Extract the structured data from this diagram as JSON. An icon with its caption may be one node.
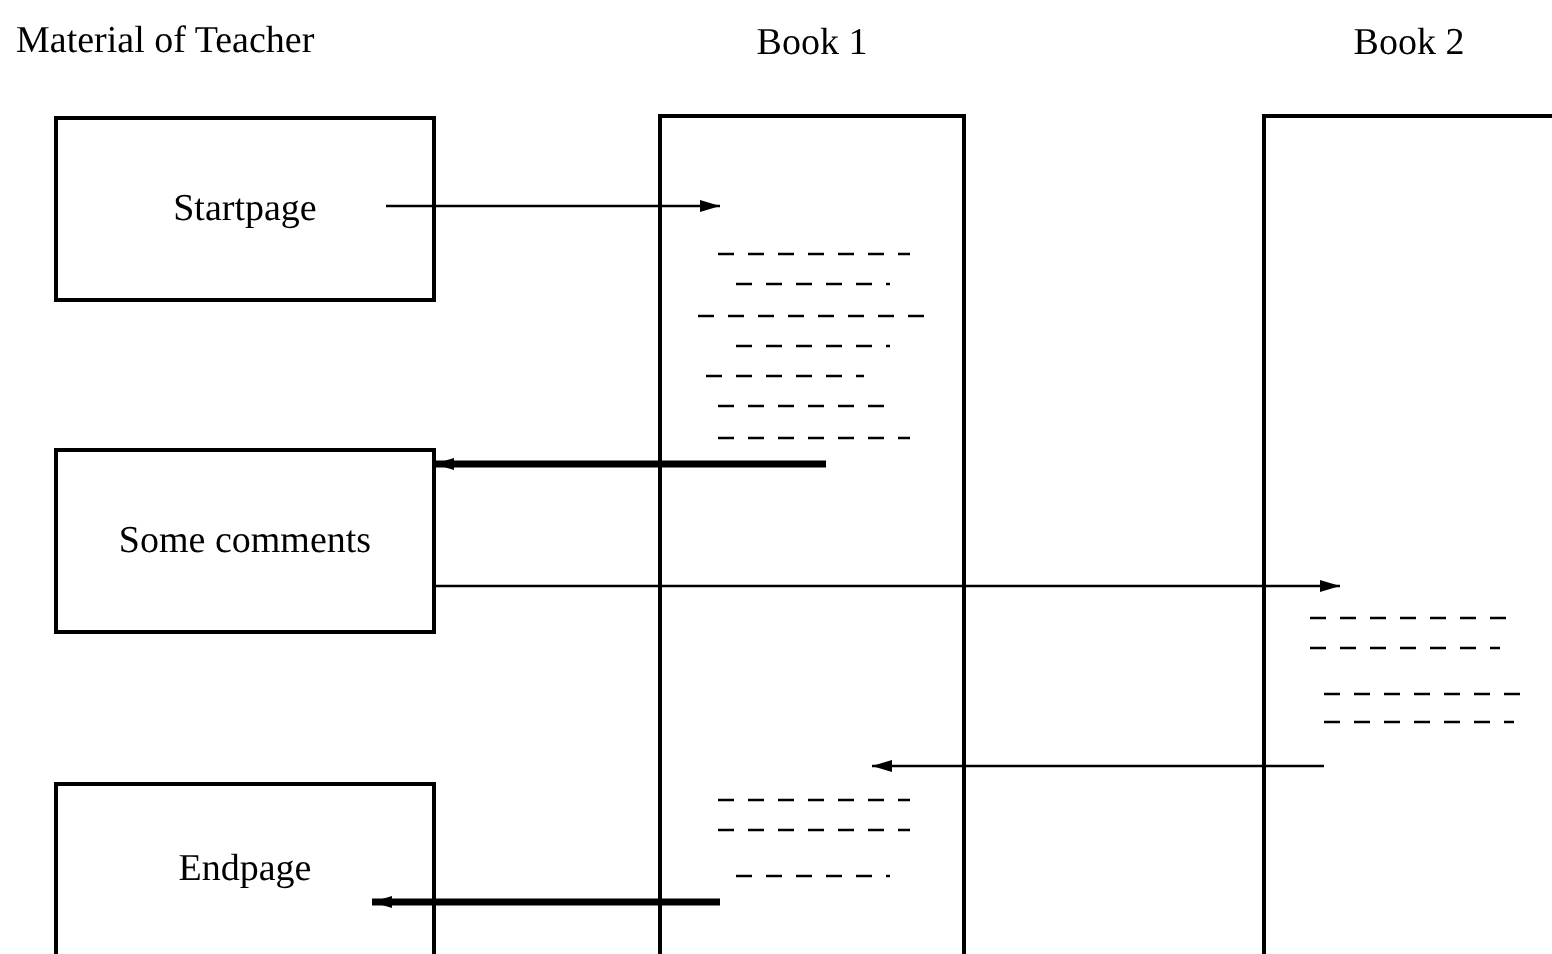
{
  "diagram": {
    "nodes": [
      {
        "text": [
          "Startpage"
        ]
      },
      {
        "text": [
          "Some comments"
        ]
      },
      {
        "text": [
          "Endpage"
        ]
      },
      {
        "text": [
          "Book 1"
        ]
      },
      {
        "text": [
          "Book 2"
        ]
      },
      {
        "text": [],
        "shape": "lines",
        "in": 3
      },
      {
        "text": [],
        "shape": "lines",
        "in": 4
      },
      {
        "text": [],
        "shape": "lines",
        "in": 3
      }
    ],
    "edges": [
      {
        "from": 0,
        "to": 5,
        "arrow": "to"
      },
      {
        "from": 5,
        "to": 1,
        "arrow": "to",
        "style": "thick"
      },
      {
        "from": 1,
        "to": 6,
        "arrow": "to"
      },
      {
        "from": 6,
        "to": 7,
        "arrow": "to"
      },
      {
        "from": 7,
        "to": 2,
        "arrow": "to",
        "style": "thick"
      }
    ],
    "labels": [
      "Material of Teacher"
    ]
  }
}
